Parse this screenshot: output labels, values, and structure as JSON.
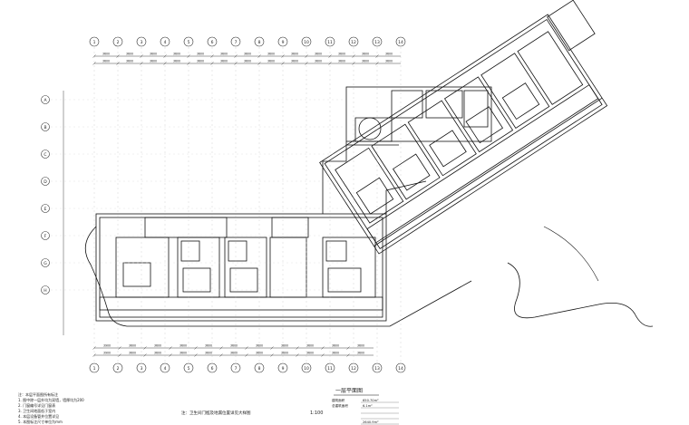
{
  "title": "一层平面图",
  "scale": "1:100",
  "stats": [
    {
      "label": "建筑面积",
      "value": "650.70m²"
    },
    {
      "label": "总建筑面积",
      "value": "6.1m²"
    },
    {
      "label": "",
      "value": ""
    },
    {
      "label": "",
      "value": ""
    },
    {
      "label": "",
      "value": "2640.9m²"
    }
  ],
  "notes": [
    "注：本层平面图所有标注",
    "1. 图中除一层外均为双墙，墙厚均为200",
    "2. 门窗编号详见门窗表",
    "3. 卫生间地面低于室内",
    "4. 本层设备管井位置详见",
    "5. 本图标注尺寸单位为mm"
  ],
  "center_note": "注：卫生间门槛及地漏位置详见大样图",
  "column_axes": [
    "1",
    "2",
    "3",
    "4",
    "5",
    "6",
    "7",
    "8",
    "9",
    "10",
    "11",
    "12",
    "13",
    "14"
  ],
  "row_axes": [
    "A",
    "B",
    "C",
    "D",
    "E",
    "F",
    "G",
    "H"
  ],
  "dims_top": [
    "3600",
    "3600",
    "3600",
    "3600",
    "3600",
    "3600",
    "3600",
    "3600",
    "3600",
    "3600",
    "3600",
    "3600",
    "3600"
  ],
  "dims_bottom": [
    "3900",
    "3600",
    "3600",
    "3600",
    "3600",
    "3600",
    "3600",
    "3600",
    "3600",
    "3600",
    "3600"
  ],
  "colors": {
    "line": "#111111",
    "axis": "#333333",
    "dim": "#444444"
  }
}
